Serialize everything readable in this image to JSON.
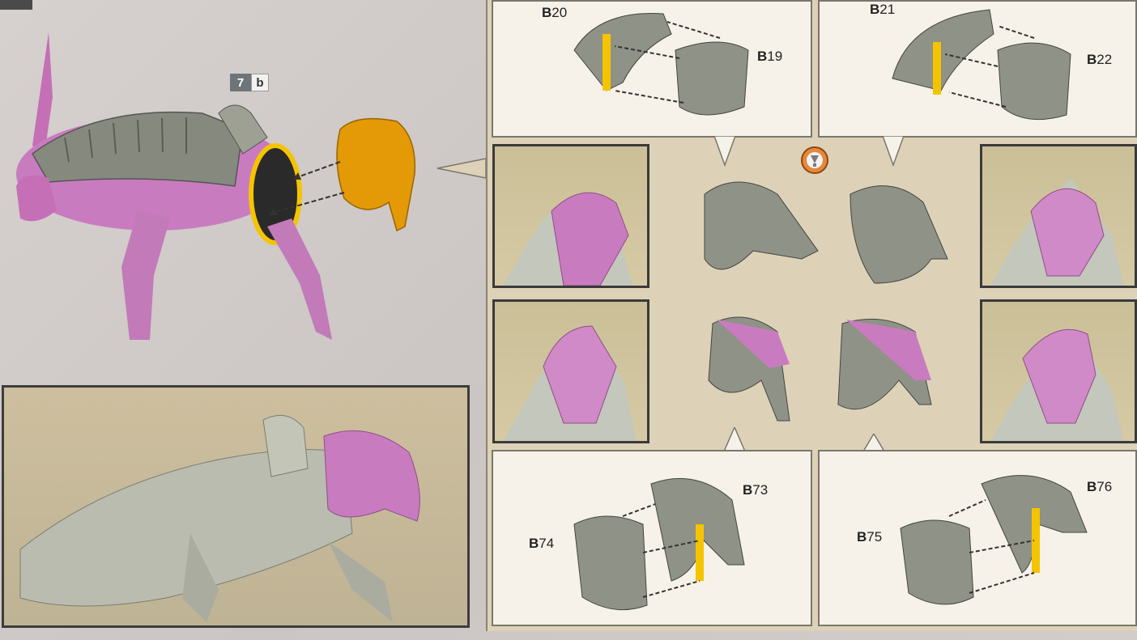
{
  "step_badge": {
    "number": "7",
    "letter": "b"
  },
  "callouts": {
    "top_left": {
      "label_a": "20",
      "label_b": "19"
    },
    "top_right": {
      "label_a": "21",
      "label_b": "22"
    },
    "bottom_left": {
      "label_a": "73",
      "label_b": "74"
    },
    "bottom_right": {
      "label_a": "76",
      "label_b": "75"
    }
  },
  "part_prefix": "B",
  "icons": {
    "caution": "caution-icon"
  },
  "colors": {
    "armor_gray": "#8f9286",
    "body_pink": "#c97bc0",
    "part_orange": "#e8a200",
    "highlight_yellow": "#f5c400",
    "panel_beige": "#ddd2b7"
  }
}
